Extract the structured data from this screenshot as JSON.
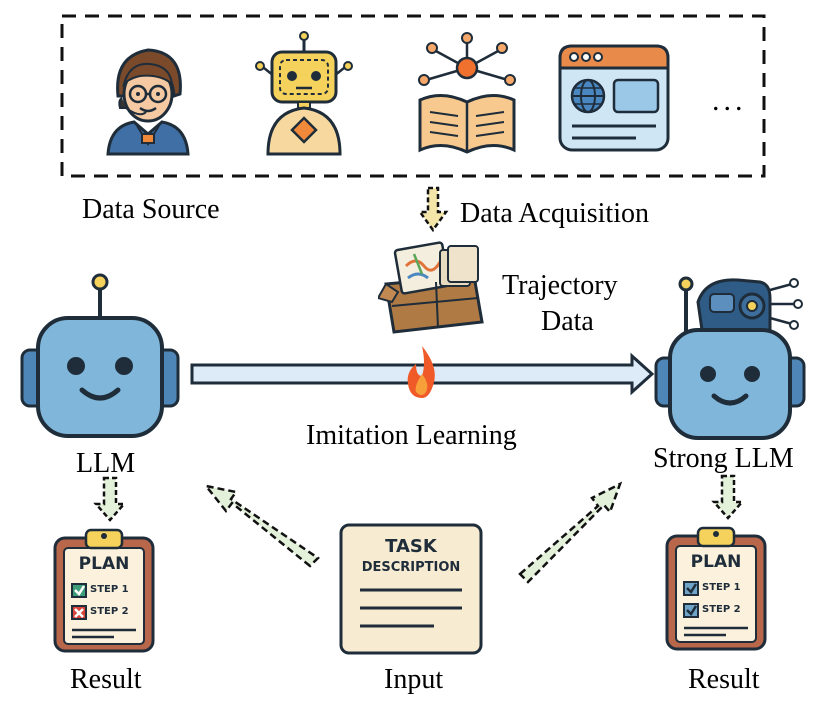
{
  "labels": {
    "data_source": "Data Source",
    "data_acquisition": "Data Acquisition",
    "trajectory_data_line1": "Trajectory",
    "trajectory_data_line2": "Data",
    "imitation_learning": "Imitation Learning",
    "llm": "LLM",
    "strong_llm": "Strong LLM",
    "result_left": "Result",
    "input": "Input",
    "result_right": "Result",
    "ellipsis": "..."
  },
  "task_card": {
    "line1": "TASK",
    "line2": "DESCRIPTION"
  },
  "plan_left": {
    "title": "PLAN",
    "step1": "STEP 1",
    "step2": "STEP 2",
    "step1_status": "check",
    "step2_status": "cross"
  },
  "plan_right": {
    "title": "PLAN",
    "step1": "STEP 1",
    "step2": "STEP 2",
    "step1_status": "check",
    "step2_status": "check"
  },
  "data_sources": [
    "human-annotator-icon",
    "robot-agent-icon",
    "knowledge-book-icon",
    "web-page-icon"
  ],
  "colors": {
    "robot_body": "#7fb6d9",
    "robot_outline": "#1f2d3a",
    "arrow_fill": "#dcebf7",
    "dashed_arrow_fill": "#e3f0da",
    "clipboard": "#b8674a",
    "flame": "#f05a28",
    "accent_yellow": "#f5d25b"
  }
}
